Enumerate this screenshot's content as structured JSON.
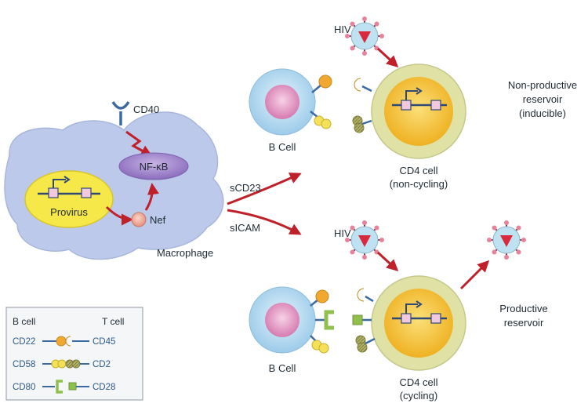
{
  "labels": {
    "cd40": "CD40",
    "nfkb": "NF-κB",
    "provirus": "Provirus",
    "nef": "Nef",
    "macrophage": "Macrophage",
    "scd23": "sCD23",
    "sicam": "sICAM",
    "hiv_top": "HIV",
    "hiv_bottom": "HIV",
    "b_cell_top": "B Cell",
    "b_cell_bottom": "B Cell",
    "cd4_top_line1": "CD4 cell",
    "cd4_top_line2": "(non-cycling)",
    "cd4_bottom_line1": "CD4 cell",
    "cd4_bottom_line2": "(cycling)",
    "nonprod_line1": "Non-productive",
    "nonprod_line2": "reservoir",
    "nonprod_line3": "(inducible)",
    "prod_line1": "Productive",
    "prod_line2": "reservoir"
  },
  "legend": {
    "header_left": "B cell",
    "header_right": "T cell",
    "rows": [
      {
        "left": "CD22",
        "right": "CD45"
      },
      {
        "left": "CD58",
        "right": "CD2"
      },
      {
        "left": "CD80",
        "right": "CD28"
      }
    ]
  },
  "colors": {
    "macrophage": "#bcc9ea",
    "nucleus": "#f7e84a",
    "arrow": "#c0202a",
    "cd4_outer": "#dfe2a4",
    "cd4_inner": "#f3c233",
    "bcell_outer": "#bfe0f5",
    "bcell_inner": "#e79ac4",
    "receptor": "#f0a830",
    "virus": "#bfe2f2",
    "line": "#2f4a74"
  }
}
